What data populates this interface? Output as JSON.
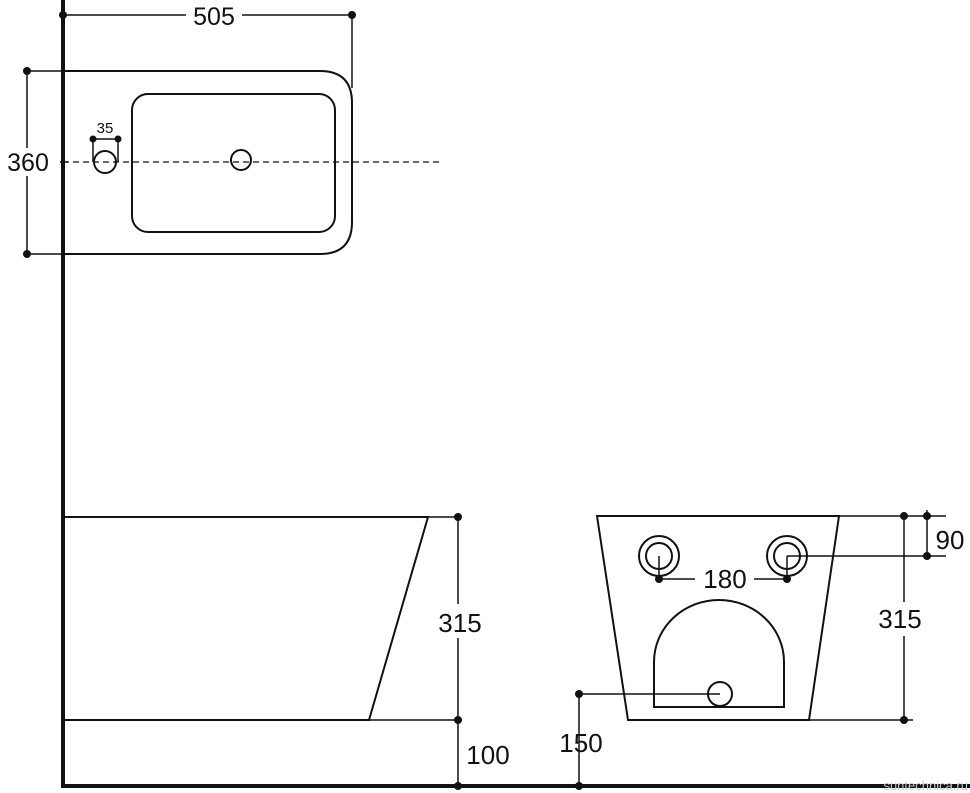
{
  "dimensions": {
    "top_width": "505",
    "top_depth": "360",
    "tap_hole": "35",
    "front_height": "315",
    "floor_gap": "100",
    "mount_spacing": "180",
    "mount_height": "90",
    "back_height": "315",
    "drain_offset": "150"
  },
  "watermark": "suntechnica.ru",
  "colors": {
    "line": "#111111",
    "background": "#ffffff",
    "watermark": "#c8c8c8"
  }
}
